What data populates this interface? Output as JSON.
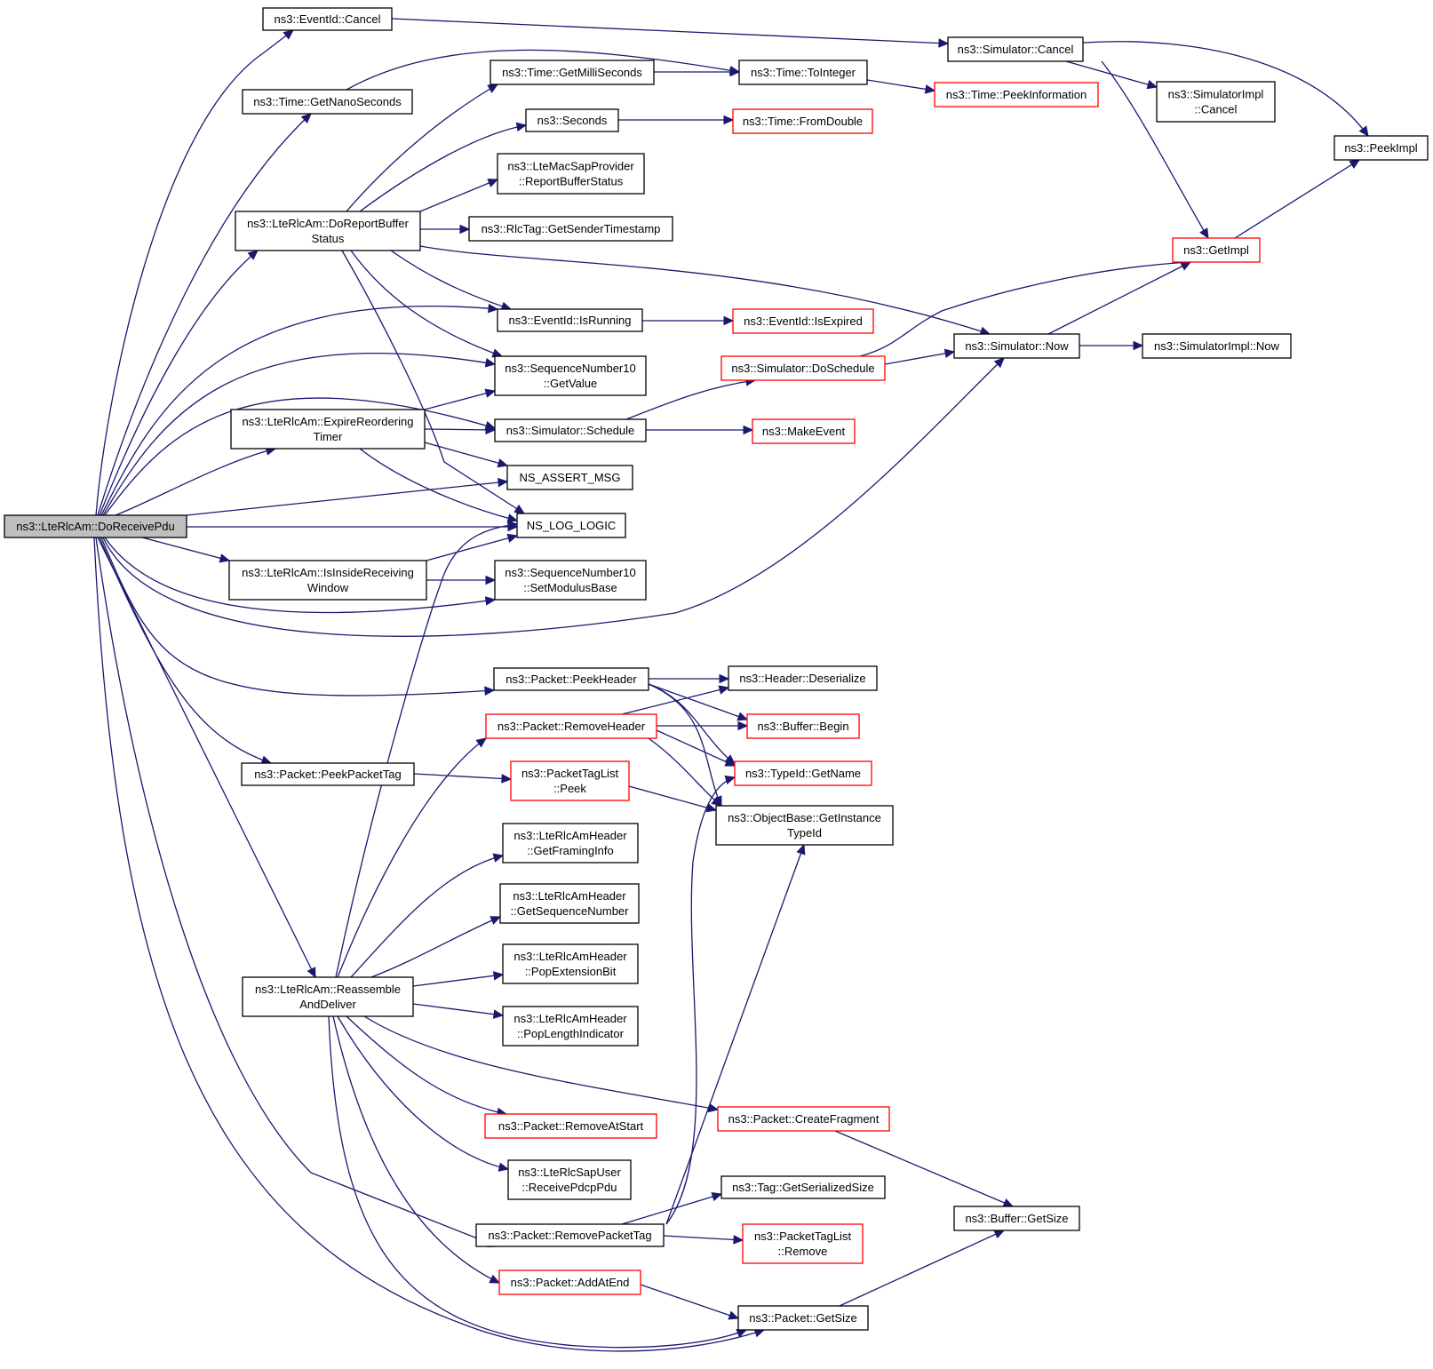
{
  "graph": {
    "colors": {
      "edge": "#191970",
      "node_border": "#000000",
      "node_border_undocumented": "#ff0000",
      "root_fill": "#bfbfbf"
    },
    "nodes": {
      "do_receive_pdu": [
        "ns3::LteRlcAm::DoReceivePdu"
      ],
      "event_id_cancel": [
        "ns3::EventId::Cancel"
      ],
      "time_get_nano_seconds": [
        "ns3::Time::GetNanoSeconds"
      ],
      "do_report_buffer_status": [
        "ns3::LteRlcAm::DoReportBuffer",
        "Status"
      ],
      "expire_reordering_timer": [
        "ns3::LteRlcAm::ExpireReordering",
        "Timer"
      ],
      "is_inside_receiving_window": [
        "ns3::LteRlcAm::IsInsideReceiving",
        "Window"
      ],
      "packet_peek_packet_tag": [
        "ns3::Packet::PeekPacketTag"
      ],
      "reassemble_and_deliver": [
        "ns3::LteRlcAm::Reassemble",
        "AndDeliver"
      ],
      "time_get_milli_seconds": [
        "ns3::Time::GetMilliSeconds"
      ],
      "seconds": [
        "ns3::Seconds"
      ],
      "report_buffer_status": [
        "ns3::LteMacSapProvider",
        "::ReportBufferStatus"
      ],
      "rlc_tag_get_sender_timestamp": [
        "ns3::RlcTag::GetSenderTimestamp"
      ],
      "event_id_is_running": [
        "ns3::EventId::IsRunning"
      ],
      "seqnum_get_value": [
        "ns3::SequenceNumber10",
        "::GetValue"
      ],
      "simulator_schedule": [
        "ns3::Simulator::Schedule"
      ],
      "ns_assert_msg": [
        "NS_ASSERT_MSG"
      ],
      "ns_log_logic": [
        "NS_LOG_LOGIC"
      ],
      "seqnum_set_modulus_base": [
        "ns3::SequenceNumber10",
        "::SetModulusBase"
      ],
      "packet_peek_header": [
        "ns3::Packet::PeekHeader"
      ],
      "packet_remove_header": [
        "ns3::Packet::RemoveHeader"
      ],
      "packet_tag_list_peek": [
        "ns3::PacketTagList",
        "::Peek"
      ],
      "get_framing_info": [
        "ns3::LteRlcAmHeader",
        "::GetFramingInfo"
      ],
      "get_sequence_number": [
        "ns3::LteRlcAmHeader",
        "::GetSequenceNumber"
      ],
      "pop_extension_bit": [
        "ns3::LteRlcAmHeader",
        "::PopExtensionBit"
      ],
      "pop_length_indicator": [
        "ns3::LteRlcAmHeader",
        "::PopLengthIndicator"
      ],
      "packet_remove_at_start": [
        "ns3::Packet::RemoveAtStart"
      ],
      "receive_pdcp_pdu": [
        "ns3::LteRlcSapUser",
        "::ReceivePdcpPdu"
      ],
      "packet_remove_packet_tag": [
        "ns3::Packet::RemovePacketTag"
      ],
      "packet_add_at_end": [
        "ns3::Packet::AddAtEnd"
      ],
      "time_to_integer": [
        "ns3::Time::ToInteger"
      ],
      "time_from_double": [
        "ns3::Time::FromDouble"
      ],
      "event_id_is_expired": [
        "ns3::EventId::IsExpired"
      ],
      "simulator_do_schedule": [
        "ns3::Simulator::DoSchedule"
      ],
      "make_event": [
        "ns3::MakeEvent"
      ],
      "header_deserialize": [
        "ns3::Header::Deserialize"
      ],
      "buffer_begin": [
        "ns3::Buffer::Begin"
      ],
      "type_id_get_name": [
        "ns3::TypeId::GetName"
      ],
      "get_instance_type_id": [
        "ns3::ObjectBase::GetInstance",
        "TypeId"
      ],
      "packet_create_fragment": [
        "ns3::Packet::CreateFragment"
      ],
      "tag_get_serialized_size": [
        "ns3::Tag::GetSerializedSize"
      ],
      "packet_tag_list_remove": [
        "ns3::PacketTagList",
        "::Remove"
      ],
      "packet_get_size": [
        "ns3::Packet::GetSize"
      ],
      "simulator_cancel": [
        "ns3::Simulator::Cancel"
      ],
      "time_peek_information": [
        "ns3::Time::PeekInformation"
      ],
      "simulator_now": [
        "ns3::Simulator::Now"
      ],
      "buffer_get_size": [
        "ns3::Buffer::GetSize"
      ],
      "simulator_impl_cancel": [
        "ns3::SimulatorImpl",
        "::Cancel"
      ],
      "get_impl": [
        "ns3::GetImpl"
      ],
      "simulator_impl_now": [
        "ns3::SimulatorImpl::Now"
      ],
      "peek_impl": [
        "ns3::PeekImpl"
      ]
    }
  }
}
